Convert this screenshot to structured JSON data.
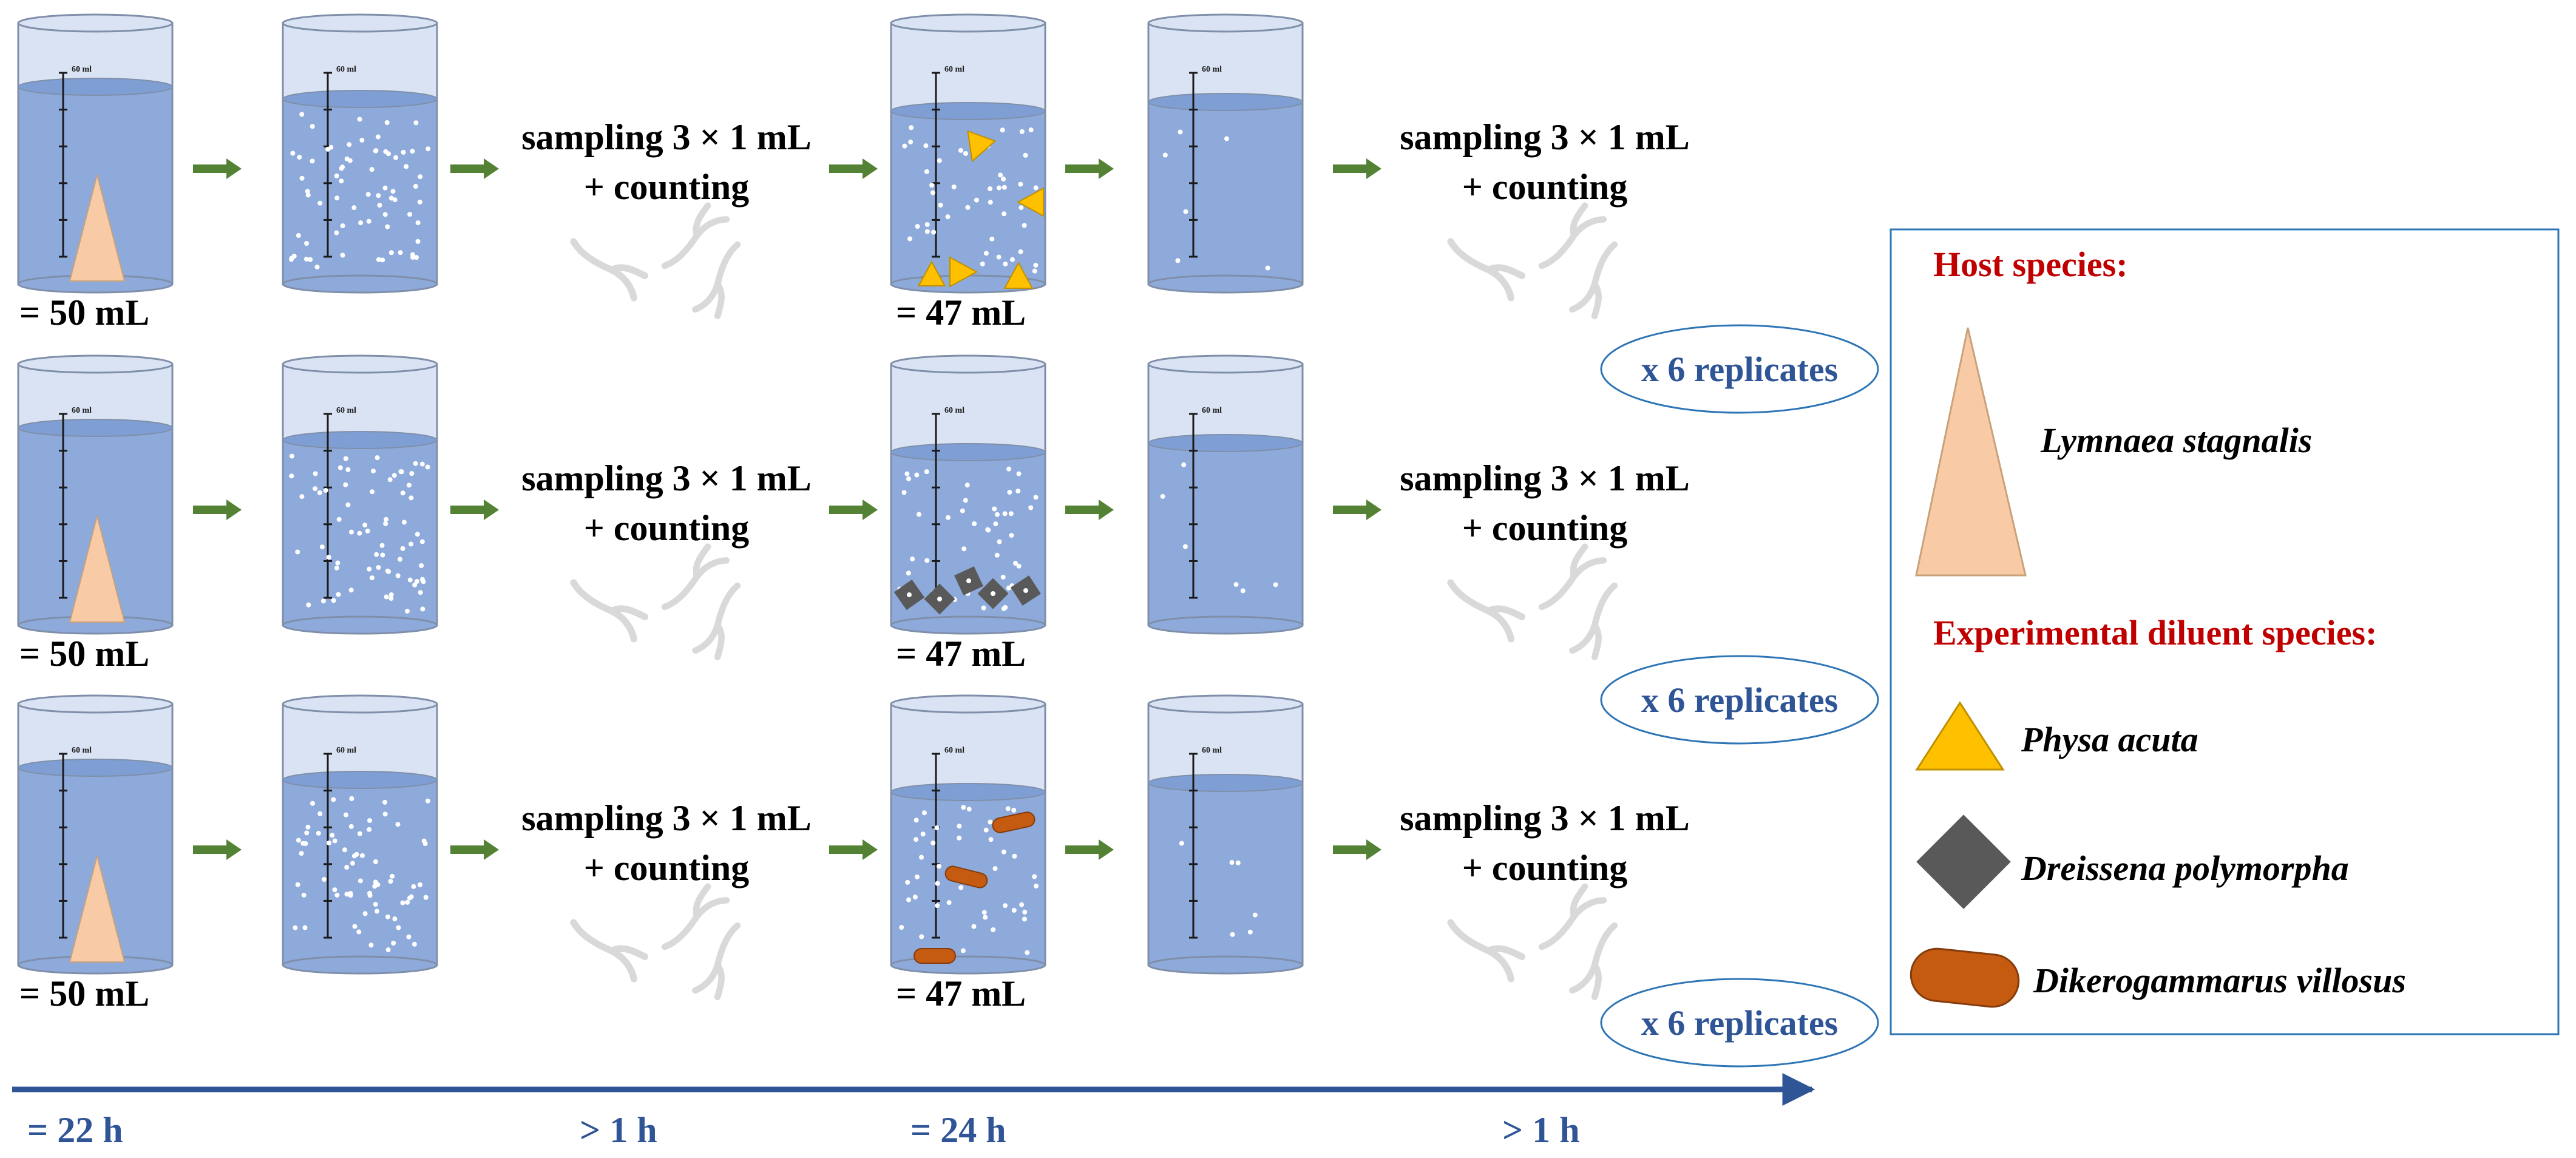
{
  "rows": [
    {
      "initial_volume": "= 50 mL",
      "step1_text": [
        "sampling 3 × 1 mL",
        "+ counting"
      ],
      "diluent_volume": "= 47 mL",
      "diluent": "Physa acuta",
      "step2_text": [
        "sampling 3 × 1 mL",
        "+ counting"
      ],
      "replicates": "x 6 replicates"
    },
    {
      "initial_volume": "= 50 mL",
      "step1_text": [
        "sampling 3 × 1 mL",
        "+ counting"
      ],
      "diluent_volume": "= 47 mL",
      "diluent": "Dreissena polymorpha",
      "step2_text": [
        "sampling 3 × 1 mL",
        "+ counting"
      ],
      "replicates": "x 6 replicates"
    },
    {
      "initial_volume": "= 50 mL",
      "step1_text": [
        "sampling 3 × 1 mL",
        "+ counting"
      ],
      "diluent_volume": "= 47 mL",
      "diluent": "Dikerogammarus villosus",
      "step2_text": [
        "sampling 3 × 1 mL",
        "+ counting"
      ],
      "replicates": "x 6 replicates"
    }
  ],
  "beaker_scale_label": "60 ml",
  "timeline": [
    "= 22 h",
    "> 1 h",
    "= 24 h",
    "> 1 h"
  ],
  "legend": {
    "host_title": "Host species:",
    "host_species": "Lymnaea stagnalis",
    "diluent_title": "Experimental diluent species:",
    "diluent_species": [
      "Physa acuta",
      "Dreissena polymorpha",
      "Dikerogammarus villosus"
    ]
  },
  "colors": {
    "water": "#8eaadb",
    "beaker_empty": "#dae3f3",
    "beaker_edge": "#7f8fa9",
    "arrow": "#548235",
    "timeline": "#2f5597",
    "legend_title": "#c00000",
    "snail_host": "#f8cba6",
    "physa": "#ffc000",
    "dreissena": "#595959",
    "gammarus": "#c55a11",
    "cercariae": "#d9d9d9"
  }
}
